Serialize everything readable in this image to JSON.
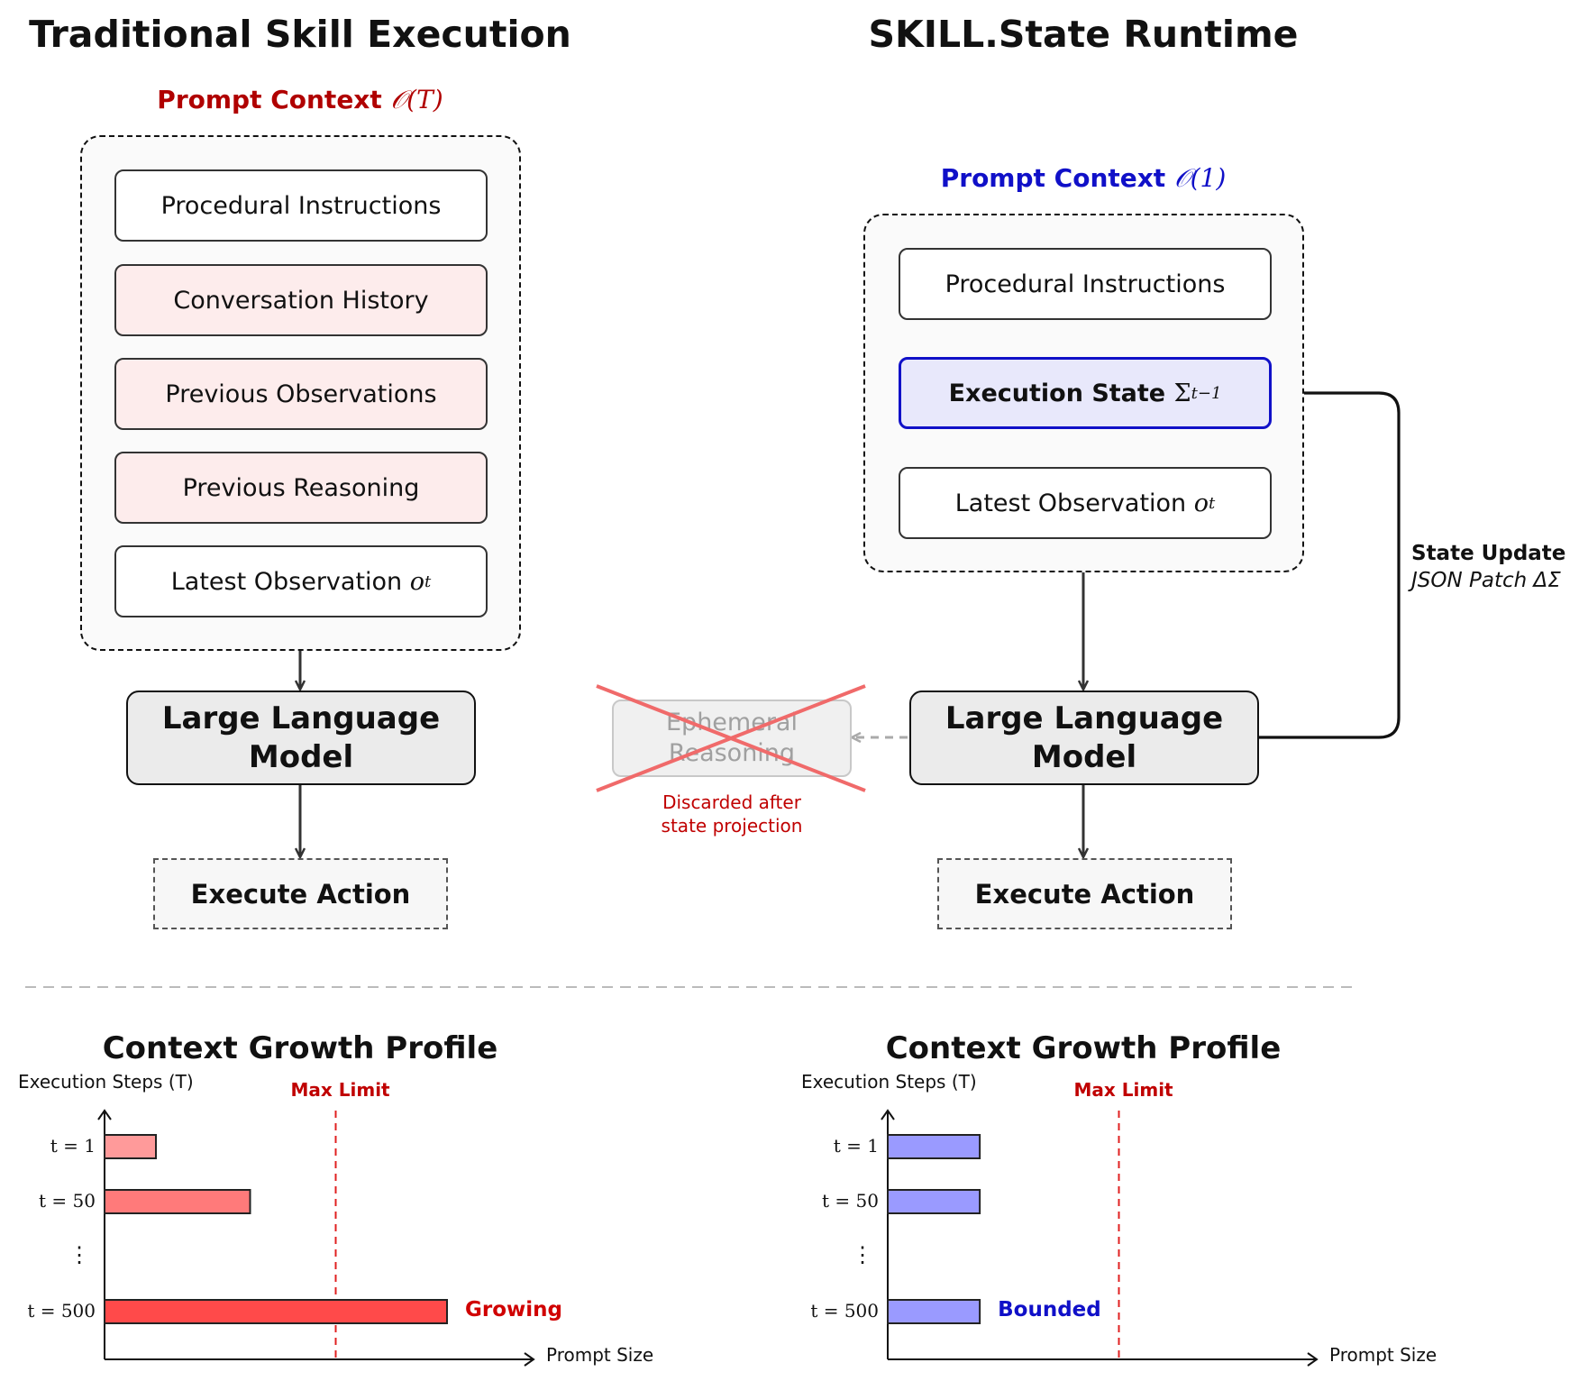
{
  "left": {
    "title": "Traditional Skill Execution",
    "context_label": "Prompt Context",
    "context_math": "𝒪(T)",
    "items": [
      {
        "label": "Procedural Instructions",
        "math": ""
      },
      {
        "label": "Conversation History",
        "math": ""
      },
      {
        "label": "Previous Observations",
        "math": ""
      },
      {
        "label": "Previous Reasoning",
        "math": ""
      },
      {
        "label": "Latest Observation",
        "math": "o"
      }
    ],
    "latest_sub": "t",
    "llm_line1": "Large Language",
    "llm_line2": "Model",
    "action": "Execute Action"
  },
  "right": {
    "title": "SKILL.State Runtime",
    "context_label": "Prompt Context",
    "context_math": "𝒪(1)",
    "items": [
      {
        "label": "Procedural Instructions",
        "math": ""
      },
      {
        "label": "Execution State",
        "math": "Σ"
      },
      {
        "label": "Latest Observation",
        "math": "o"
      }
    ],
    "state_sub": "t−1",
    "latest_sub": "t",
    "llm_line1": "Large Language",
    "llm_line2": "Model",
    "action": "Execute Action",
    "ephemeral_line1": "Ephemeral",
    "ephemeral_line2": "Reasoning",
    "discarded_line1": "Discarded after",
    "discarded_line2": "state projection",
    "update_title": "State Update",
    "update_detail": "JSON Patch ΔΣ"
  },
  "colors": {
    "red_label": "#b00000",
    "blue_label": "#1010c8",
    "cross": "#f06a6a"
  },
  "chart_data": [
    {
      "type": "bar",
      "title": "Context Growth Profile",
      "ylabel": "Execution Steps (T)",
      "xlabel": "Prompt Size",
      "categories": [
        "t = 1",
        "t = 50",
        "⋮",
        "t = 500"
      ],
      "values": [
        0.12,
        0.34,
        null,
        0.8
      ],
      "bar_colors": [
        "#ff9a9a",
        "#ff7a7a",
        null,
        "#ff4a4a"
      ],
      "max_limit_label": "Max Limit",
      "max_limit": 0.54,
      "status_label": "Growing",
      "xlim": [
        0,
        1
      ]
    },
    {
      "type": "bar",
      "title": "Context Growth Profile",
      "ylabel": "Execution Steps (T)",
      "xlabel": "Prompt Size",
      "categories": [
        "t = 1",
        "t = 50",
        "⋮",
        "t = 500"
      ],
      "values": [
        0.215,
        0.215,
        null,
        0.215
      ],
      "bar_colors": [
        "#9a9aff",
        "#9a9aff",
        null,
        "#9a9aff"
      ],
      "max_limit_label": "Max Limit",
      "max_limit": 0.54,
      "status_label": "Bounded",
      "xlim": [
        0,
        1
      ]
    }
  ]
}
